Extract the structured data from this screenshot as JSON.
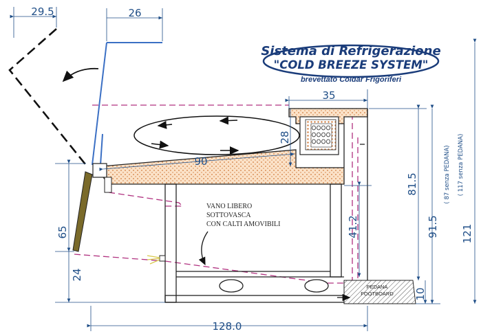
{
  "logo": {
    "line1": "Sistema di Refrigerazione",
    "line2": "\"COLD BREEZE SYSTEM\"",
    "line3": "brevettato Coldar Frigoriferi"
  },
  "dimensions": {
    "d_29_5": "29.5",
    "d_26": "26",
    "d_35": "35",
    "d_28": "28",
    "d_90": "90",
    "d_65": "65",
    "d_24": "24",
    "d_41_2": "41.2",
    "d_81_5": "81.5",
    "d_91_5": "91.5",
    "d_87_note": "( 87 senza PEDANA)",
    "d_121": "121",
    "d_117_note": "( 117 senza PEDANA)",
    "d_10": "10",
    "d_128": "128.0"
  },
  "notes": {
    "vano_line1": "VANO LIBERO",
    "vano_line2": "SOTTOVASCA",
    "vano_line3": "CON CALTI AMOVIBILI",
    "pedana": "PEDANA",
    "footboard": "FOOTBOARD"
  },
  "colors": {
    "dimension": "#1f4e87",
    "outline": "#222222",
    "dashed_profile": "#b0307f",
    "insulation": "#f2c9a0",
    "glass": "#3a6fc4",
    "panel": "#7a6a2a"
  }
}
